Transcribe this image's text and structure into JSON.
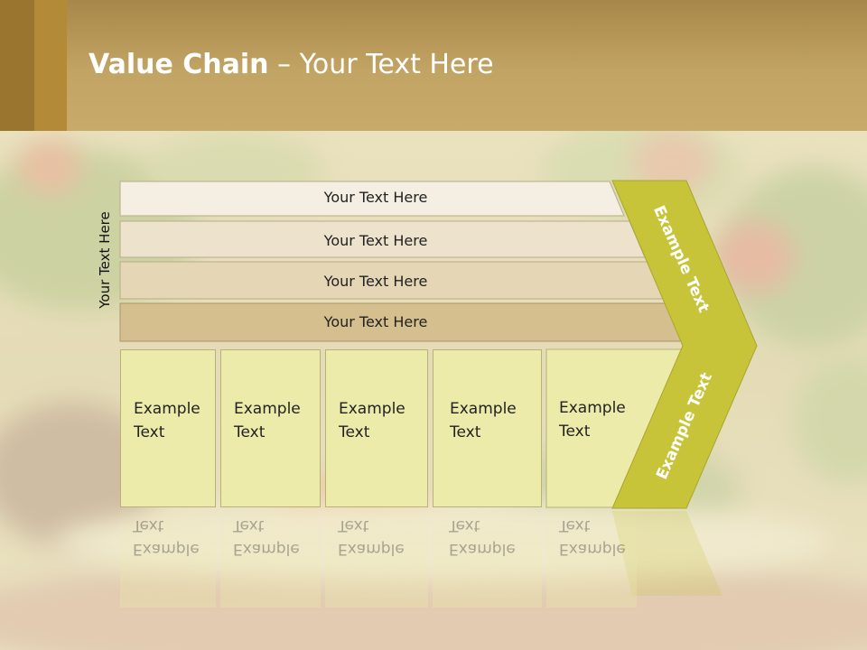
{
  "header": {
    "title_bold": "Value Chain",
    "title_rest": " – Your Text Here"
  },
  "diagram": {
    "side_label": "Your Text Here",
    "support_bars": [
      "Your Text Here",
      "Your Text Here",
      "Your Text Here",
      "Your Text Here"
    ],
    "primary_boxes": [
      {
        "line1": "Example",
        "line2": "Text"
      },
      {
        "line1": "Example",
        "line2": "Text"
      },
      {
        "line1": "Example",
        "line2": "Text"
      },
      {
        "line1": "Example",
        "line2": "Text"
      },
      {
        "line1": "Example",
        "line2": "Text"
      }
    ],
    "arrow_top_label": "Example Text",
    "arrow_bottom_label": "Example Text",
    "colors": {
      "bar1": "#f4efe2",
      "bar2": "#ede2cc",
      "bar3": "#e5d6b5",
      "bar4": "#d6bf8e",
      "box": "#ecebaa",
      "arrow": "#c8c43a"
    }
  }
}
